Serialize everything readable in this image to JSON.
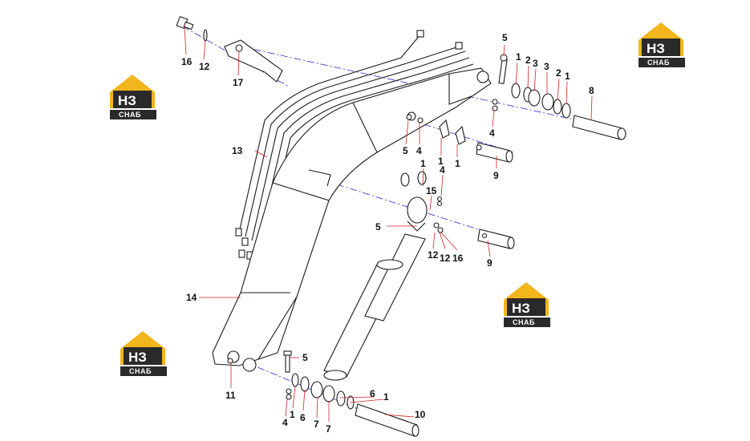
{
  "colors": {
    "logo_yellow": "#f2b51c",
    "logo_dark": "#2a2a2a",
    "leader_red": "#d22020",
    "axis_blue": "#2b2bd6"
  },
  "logo": {
    "mark": "НЗ",
    "subtitle": "СНАБ"
  },
  "callouts": {
    "c1": "16",
    "c2": "12",
    "c3": "17",
    "c4": "5",
    "c5": "1",
    "c6": "2",
    "c7": "3",
    "c8": "3",
    "c9": "2",
    "c10": "1",
    "c11": "8",
    "c12": "4",
    "c13": "13",
    "c14": "5",
    "c15": "4",
    "c16": "1",
    "c17": "1",
    "c18": "9",
    "c19": "1",
    "c20": "4",
    "c21": "15",
    "c22": "5",
    "c23": "12",
    "c24": "12",
    "c25": "16",
    "c26": "9",
    "c27": "14",
    "c28": "11",
    "c29": "5",
    "c30": "6",
    "c31": "1",
    "c32": "4",
    "c33": "1",
    "c34": "6",
    "c35": "7",
    "c36": "7",
    "c37": "10"
  }
}
